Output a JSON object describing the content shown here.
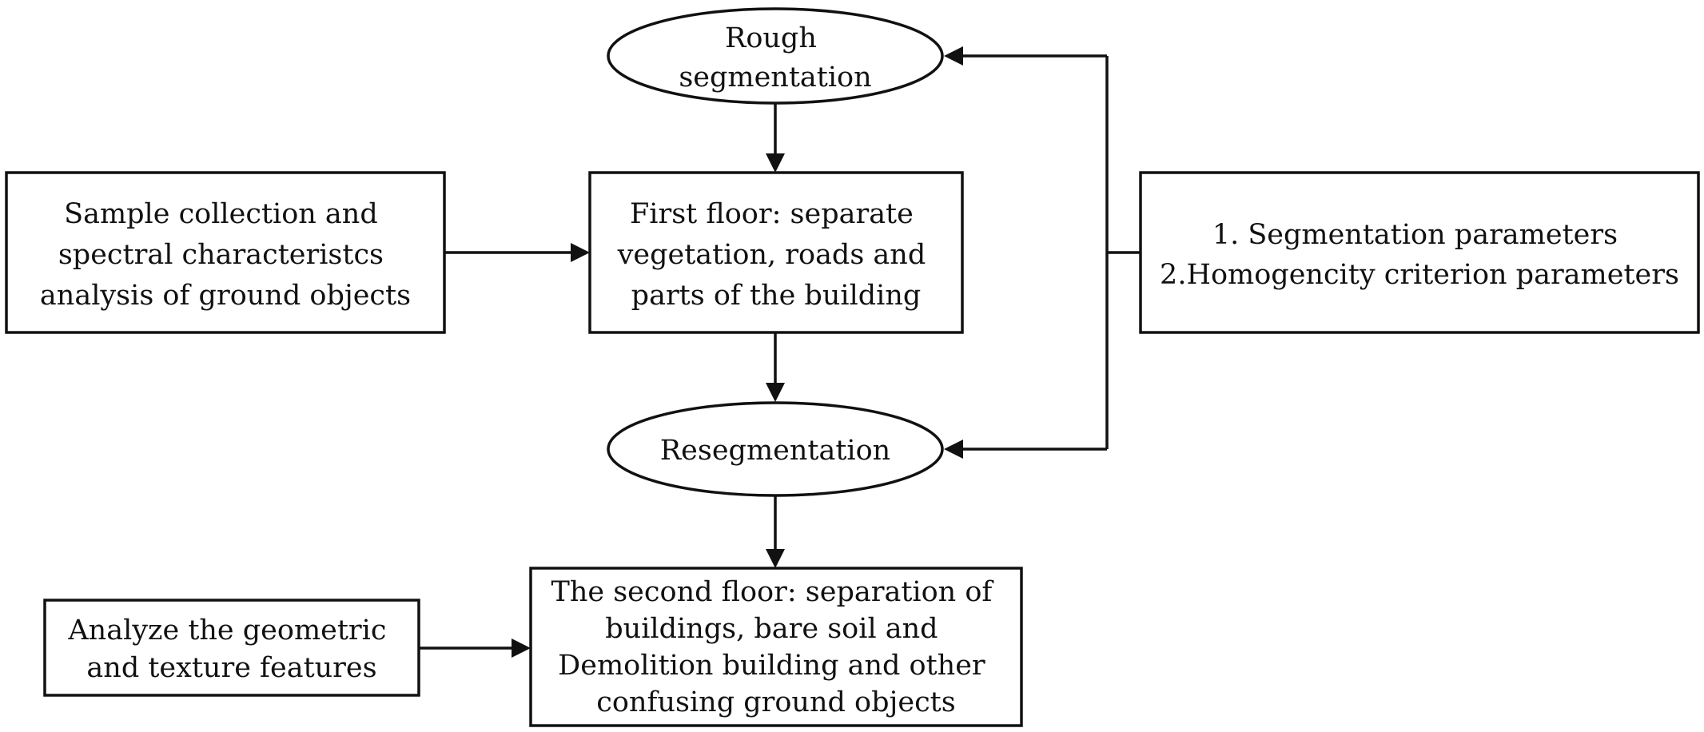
{
  "diagram": {
    "colors": {
      "stroke": "#111111",
      "fill": "#ffffff",
      "text": "#111111"
    },
    "nodes": {
      "rough_segmentation": {
        "shape": "ellipse",
        "lines": [
          "Rough",
          "segmentation"
        ]
      },
      "first_floor": {
        "shape": "rectangle",
        "lines": [
          "First floor: separate",
          "vegetation, roads and",
          "parts of the building"
        ]
      },
      "sample_collection": {
        "shape": "rectangle",
        "lines": [
          "Sample collection and",
          "spectral characteristcs",
          "analysis of ground objects"
        ]
      },
      "parameters": {
        "shape": "rectangle",
        "lines": [
          "1. Segmentation parameters",
          "2.Homogencity criterion parameters"
        ]
      },
      "resegmentation": {
        "shape": "ellipse",
        "lines": [
          "Resegmentation"
        ]
      },
      "second_floor": {
        "shape": "rectangle",
        "lines": [
          "The second floor: separation of",
          "buildings, bare soil and",
          "Demolition building and other",
          "confusing ground objects"
        ]
      },
      "geometric_texture": {
        "shape": "rectangle",
        "lines": [
          "Analyze the geometric",
          "and texture features"
        ]
      }
    },
    "edges": [
      {
        "from": "rough_segmentation",
        "to": "first_floor"
      },
      {
        "from": "sample_collection",
        "to": "first_floor"
      },
      {
        "from": "first_floor",
        "to": "resegmentation"
      },
      {
        "from": "parameters",
        "to": "rough_segmentation"
      },
      {
        "from": "parameters",
        "to": "resegmentation"
      },
      {
        "from": "resegmentation",
        "to": "second_floor"
      },
      {
        "from": "geometric_texture",
        "to": "second_floor"
      }
    ]
  }
}
